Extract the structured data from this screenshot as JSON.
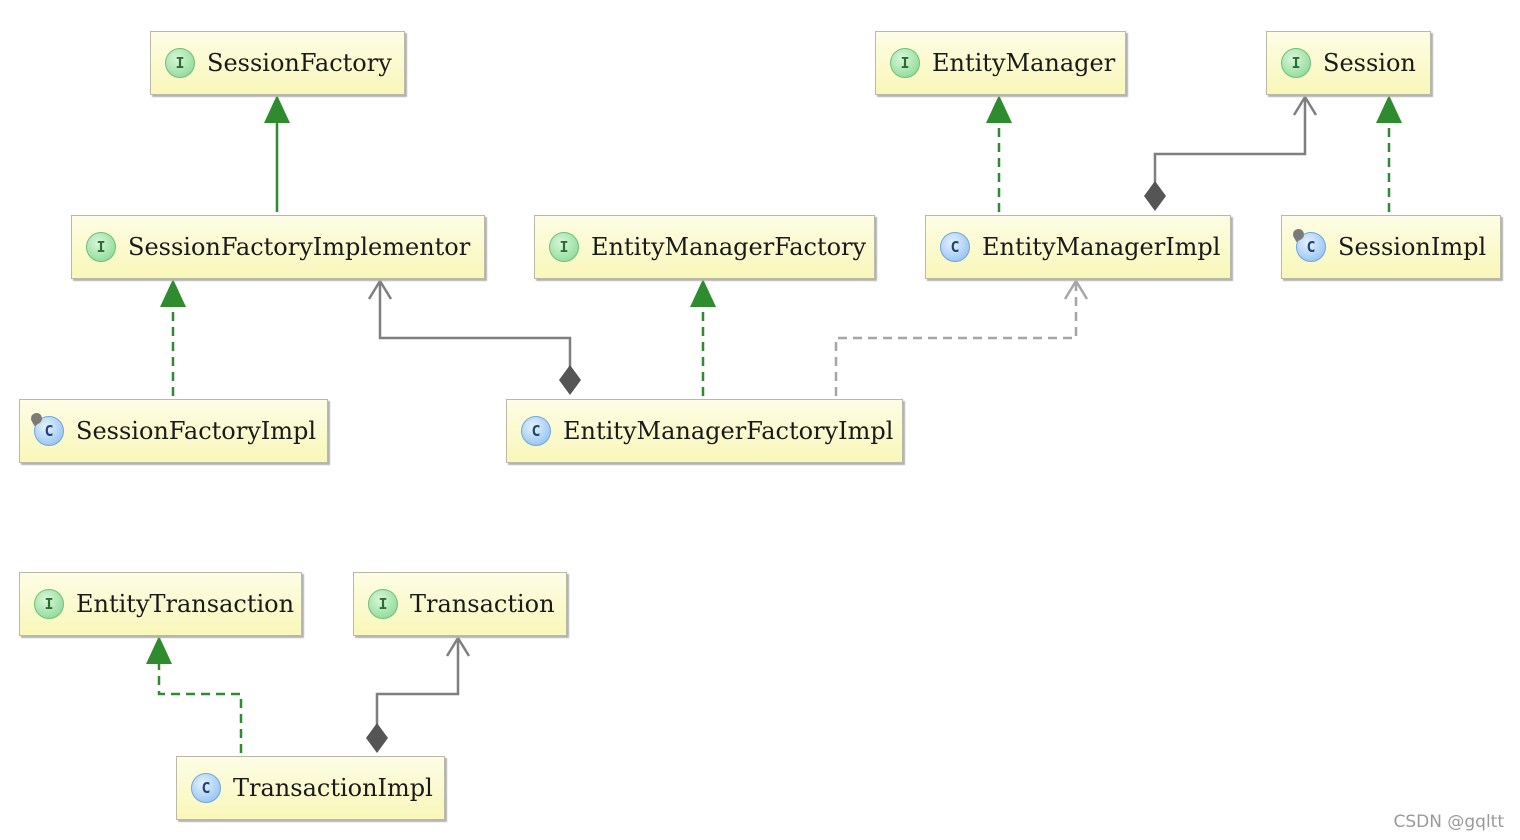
{
  "nodes": {
    "session_factory": {
      "label": "SessionFactory",
      "kind": "interface",
      "badge": "I"
    },
    "entity_manager": {
      "label": "EntityManager",
      "kind": "interface",
      "badge": "I"
    },
    "session": {
      "label": "Session",
      "kind": "interface",
      "badge": "I"
    },
    "session_factory_implementor": {
      "label": "SessionFactoryImplementor",
      "kind": "interface",
      "badge": "I"
    },
    "entity_manager_factory": {
      "label": "EntityManagerFactory",
      "kind": "interface",
      "badge": "I"
    },
    "entity_manager_impl": {
      "label": "EntityManagerImpl",
      "kind": "class",
      "badge": "C"
    },
    "session_impl": {
      "label": "SessionImpl",
      "kind": "class",
      "badge": "C"
    },
    "session_factory_impl": {
      "label": "SessionFactoryImpl",
      "kind": "class",
      "badge": "C"
    },
    "entity_manager_factory_impl": {
      "label": "EntityManagerFactoryImpl",
      "kind": "class",
      "badge": "C"
    },
    "entity_transaction": {
      "label": "EntityTransaction",
      "kind": "interface",
      "badge": "I"
    },
    "transaction": {
      "label": "Transaction",
      "kind": "interface",
      "badge": "I"
    },
    "transaction_impl": {
      "label": "TransactionImpl",
      "kind": "class",
      "badge": "C"
    }
  },
  "edges": [
    {
      "from": "session_factory_implementor",
      "to": "session_factory",
      "type": "extends"
    },
    {
      "from": "entity_manager_impl",
      "to": "entity_manager",
      "type": "implements"
    },
    {
      "from": "entity_manager_impl",
      "to": "session",
      "type": "composition"
    },
    {
      "from": "session_impl",
      "to": "session",
      "type": "implements"
    },
    {
      "from": "session_factory_impl",
      "to": "session_factory_implementor",
      "type": "implements"
    },
    {
      "from": "entity_manager_factory_impl",
      "to": "session_factory_implementor",
      "type": "composition"
    },
    {
      "from": "entity_manager_factory_impl",
      "to": "entity_manager_factory",
      "type": "implements"
    },
    {
      "from": "entity_manager_factory_impl",
      "to": "entity_manager_impl",
      "type": "dependency"
    },
    {
      "from": "transaction_impl",
      "to": "entity_transaction",
      "type": "implements"
    },
    {
      "from": "transaction_impl",
      "to": "transaction",
      "type": "composition"
    }
  ],
  "colors": {
    "extends": "#2e8b2e",
    "implements": "#2e8b2e",
    "composition": "#7f7f7f",
    "dependency": "#a6a6a6"
  },
  "watermark": "CSDN @gqltt"
}
